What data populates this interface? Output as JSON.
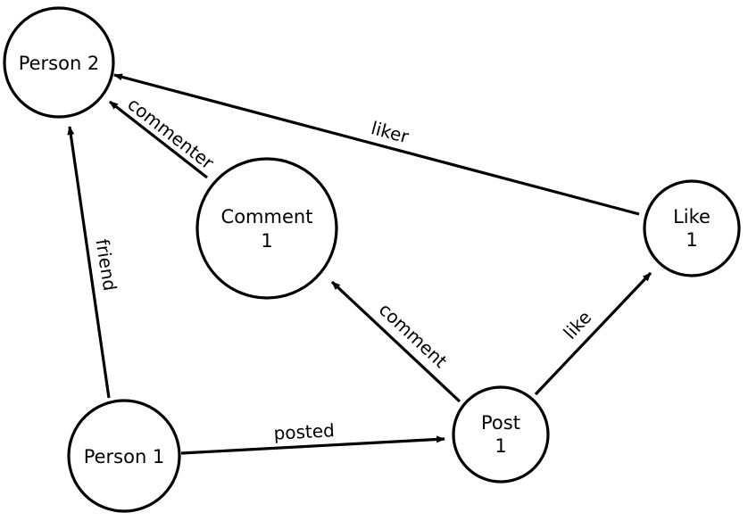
{
  "nodes": {
    "person2": {
      "lines": [
        "Person 2"
      ]
    },
    "person1": {
      "lines": [
        "Person 1"
      ]
    },
    "comment1": {
      "lines": [
        "Comment",
        "1"
      ]
    },
    "post1": {
      "lines": [
        "Post",
        "1"
      ]
    },
    "like1": {
      "lines": [
        "Like",
        "1"
      ]
    }
  },
  "edges": {
    "friend": {
      "label": "friend",
      "from": "person1",
      "to": "person2"
    },
    "commenter": {
      "label": "commenter",
      "from": "comment1",
      "to": "person2"
    },
    "liker": {
      "label": "liker",
      "from": "like1",
      "to": "person2"
    },
    "posted": {
      "label": "posted",
      "from": "person1",
      "to": "post1"
    },
    "comment": {
      "label": "comment",
      "from": "post1",
      "to": "comment1"
    },
    "like": {
      "label": "like",
      "from": "post1",
      "to": "like1"
    }
  },
  "colors": {
    "stroke": "#000000",
    "fill": "#ffffff"
  }
}
